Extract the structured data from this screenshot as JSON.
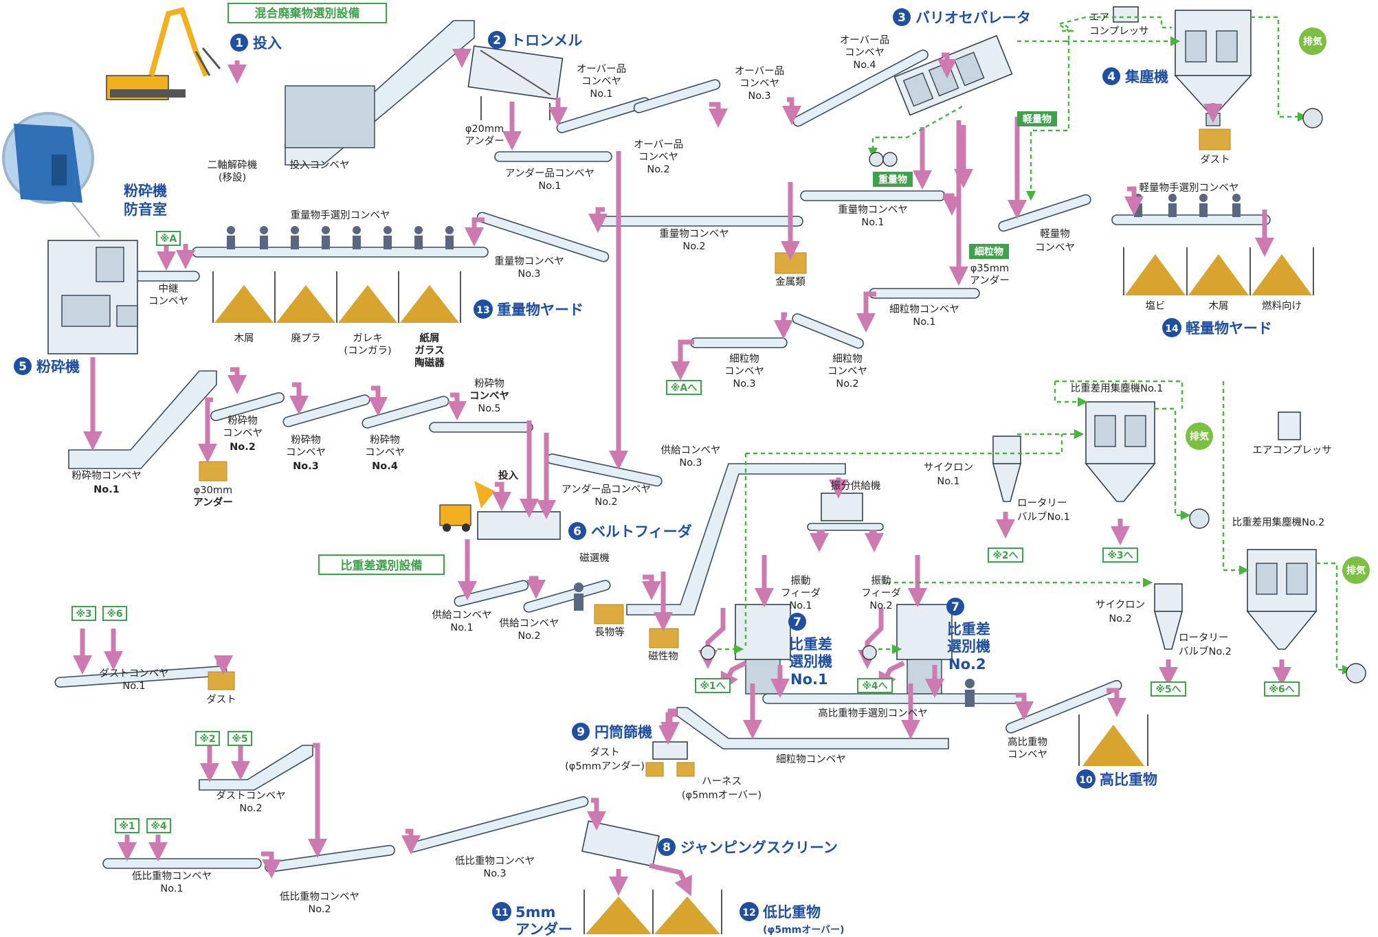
{
  "sections": {
    "mixed_waste": "混合廃棄物選別設備",
    "specific_gravity": "比重差選別設備"
  },
  "stages": {
    "s1": {
      "num": "1",
      "name": "投入"
    },
    "s2": {
      "num": "2",
      "name": "トロンメル"
    },
    "s3": {
      "num": "3",
      "name": "バリオセパレータ"
    },
    "s4": {
      "num": "4",
      "name": "集塵機"
    },
    "s5": {
      "num": "5",
      "name": "粉砕機"
    },
    "s6": {
      "num": "6",
      "name": "ベルトフィーダ"
    },
    "s7a": {
      "num": "7",
      "name1": "比重差",
      "name2": "選別機",
      "name3": "No.1"
    },
    "s7b": {
      "num": "7",
      "name1": "比重差",
      "name2": "選別機",
      "name3": "No.2"
    },
    "s8": {
      "num": "8",
      "name": "ジャンピングスクリーン"
    },
    "s9": {
      "num": "9",
      "name": "円筒篩機"
    },
    "s10": {
      "num": "10",
      "name": "高比重物"
    },
    "s11": {
      "num": "11",
      "name1": "5mm",
      "name2": "アンダー"
    },
    "s12": {
      "num": "12",
      "name": "低比重物",
      "sub": "(φ5mmオーバー)"
    },
    "s13": {
      "num": "13",
      "name": "重量物ヤード"
    },
    "s14": {
      "num": "14",
      "name": "軽量物ヤード"
    }
  },
  "room": {
    "l1": "粉砕機",
    "l2": "防音室"
  },
  "labels": {
    "nijiku": [
      "二軸解砕機",
      "(移設)"
    ],
    "tonyu_conv": "投入コンベヤ",
    "phi20": [
      "φ20mm",
      "アンダー"
    ],
    "under_no1": [
      "アンダー品コンベヤ",
      "No.1"
    ],
    "over_no1": [
      "オーバー品",
      "コンベヤ",
      "No.1"
    ],
    "over_no2": [
      "オーバー品",
      "コンベヤ",
      "No.2"
    ],
    "over_no3": [
      "オーバー品",
      "コンベヤ",
      "No.3"
    ],
    "over_no4": [
      "オーバー品",
      "コンベヤ",
      "No.4"
    ],
    "air_comp1": [
      "エア",
      "コンプレッサ"
    ],
    "dust": "ダスト",
    "exhaust": "排気",
    "keiryo_tag": "軽量物",
    "juryo_tag": "重量物",
    "sairyu_tag": "細粒物",
    "juryo_no1": [
      "重量物コンベヤ",
      "No.1"
    ],
    "juryo_no2": [
      "重量物コンベヤ",
      "No.2"
    ],
    "juryo_no3": [
      "重量物コンベヤ",
      "No.3"
    ],
    "kinzoku": "金属類",
    "keiryo_conv": [
      "軽量物",
      "コンベヤ"
    ],
    "keiryo_hand": "軽量物手選別コンベヤ",
    "phi35": [
      "φ35mm",
      "アンダー"
    ],
    "sairyu_no1": [
      "細粒物コンベヤ",
      "No.1"
    ],
    "sairyu_no2": [
      "細粒物",
      "コンベヤ",
      "No.2"
    ],
    "sairyu_no3": [
      "細粒物",
      "コンベヤ",
      "No.3"
    ],
    "ref_a_to": "※Aへ",
    "ref_a": "※A",
    "juryo_hand": "重量物手選別コンベヤ",
    "chukei": [
      "中継",
      "コンベヤ"
    ],
    "yard13": [
      "木屑",
      "廃プラ",
      "ガレキ",
      "(コンガラ)",
      "紙屑",
      "ガラス",
      "陶磁器"
    ],
    "yard14": [
      "塩ビ",
      "木屑",
      "燃料向け"
    ],
    "funsai_no1": [
      "粉砕物コンベヤ",
      "No.1"
    ],
    "funsai_no2": [
      "粉砕物",
      "コンベヤ",
      "No.2"
    ],
    "funsai_no3": [
      "粉砕物",
      "コンベヤ",
      "No.3"
    ],
    "funsai_no4": [
      "粉砕物",
      "コンベヤ",
      "No.4"
    ],
    "funsai_no5": [
      "粉砕物",
      "コンベヤ",
      "No.5"
    ],
    "phi30": [
      "φ30mm",
      "アンダー"
    ],
    "under_no2": [
      "アンダー品コンベヤ",
      "No.2"
    ],
    "tonyu2": "投入",
    "kyokyu_no1": [
      "供給コンベヤ",
      "No.1"
    ],
    "kyokyu_no2": [
      "供給コンベヤ",
      "No.2"
    ],
    "kyokyu_no3": [
      "供給コンベヤ",
      "No.3"
    ],
    "jisenki": "磁選機",
    "nagamono": "長物等",
    "jiseibutsu": "磁性物",
    "shinbun": "振分供給機",
    "shindo1": [
      "振動",
      "フィーダ",
      "No.1"
    ],
    "shindo2": [
      "振動",
      "フィーダ",
      "No.2"
    ],
    "cyclone1": [
      "サイクロン",
      "No.1"
    ],
    "cyclone2": [
      "サイクロン",
      "No.2"
    ],
    "rotary1": [
      "ロータリー",
      "バルブNo.1"
    ],
    "rotary2": [
      "ロータリー",
      "バルブNo.2"
    ],
    "dc1": "比重差用集塵機No.1",
    "dc2": "比重差用集塵機No.2",
    "air_comp2": "エアコンプレッサ",
    "ref1_to": "※1へ",
    "ref2_to": "※2へ",
    "ref3_to": "※3へ",
    "ref4_to": "※4へ",
    "ref5_to": "※5へ",
    "ref6_to": "※6へ",
    "ref1": "※1",
    "ref2": "※2",
    "ref3": "※3",
    "ref4": "※4",
    "ref5": "※5",
    "ref6": "※6",
    "dust_no1": [
      "ダストコンベヤ",
      "No.1"
    ],
    "dust_no2": [
      "ダストコンベヤ",
      "No.2"
    ],
    "kohiju_hand": "高比重物手選別コンベヤ",
    "sairyu_conv": "細粒物コンベヤ",
    "kohiju_conv": [
      "高比重物",
      "コンベヤ"
    ],
    "dust_phi5": [
      "ダスト",
      "(φ5mmアンダー)"
    ],
    "harness": [
      "ハーネス",
      "(φ5mmオーバー)"
    ],
    "teihiju_no1": [
      "低比重物コンベヤ",
      "No.1"
    ],
    "teihiju_no2": [
      "低比重物コンベヤ",
      "No.2"
    ],
    "teihiju_no3": [
      "低比重物コンベヤ",
      "No.3"
    ]
  },
  "colors": {
    "title_blue": "#1f4fa0",
    "flow_pink": "#cc7ab0",
    "air_green": "#46b53c",
    "pile_gold": "#d8a42d",
    "conveyor": "#e4eef5"
  }
}
